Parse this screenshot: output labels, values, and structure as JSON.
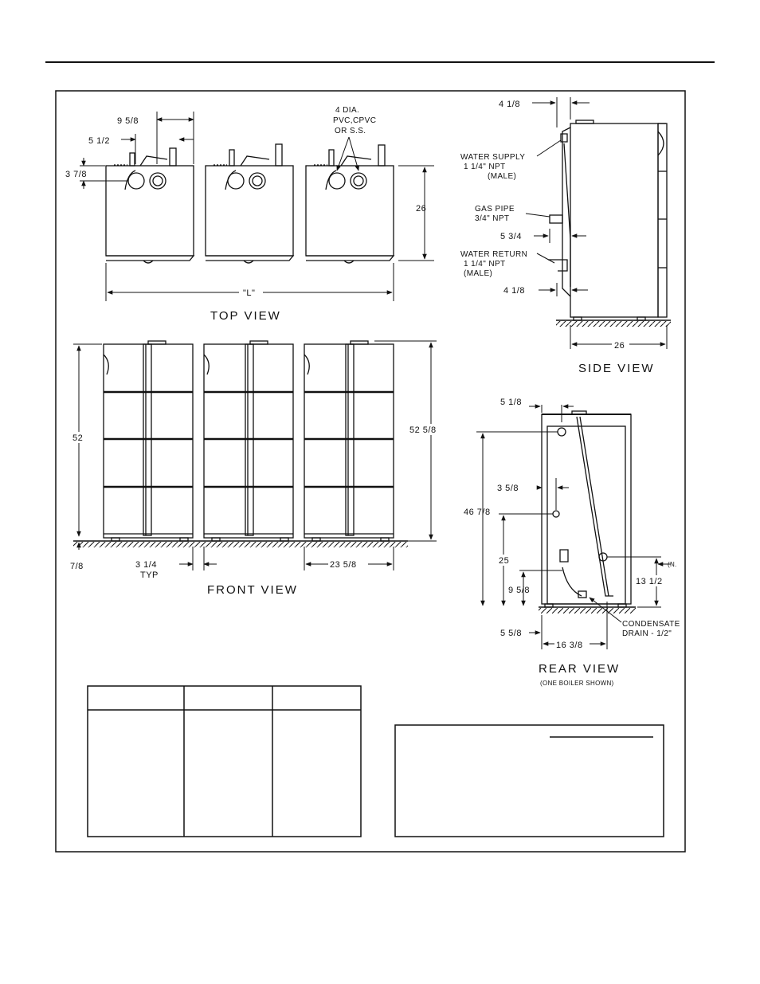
{
  "top_view": {
    "title": "TOP VIEW",
    "dims": {
      "d1": "9 5/8",
      "d2": "5 1/2",
      "d3": "3 7/8",
      "d4": "26",
      "d5": "\"L\""
    },
    "vent_note": {
      "line1": "4  DIA.",
      "line2": "PVC,CPVC",
      "line3": "OR S.S."
    }
  },
  "side_view": {
    "title": "SIDE VIEW",
    "dims": {
      "top": "4 1/8",
      "mid": "5 3/4",
      "bot": "4 1/8",
      "depth": "26"
    },
    "callouts": {
      "supply_1": "WATER SUPPLY",
      "supply_2": "1 1/4\" NPT",
      "supply_3": "(MALE)",
      "gas_1": "GAS PIPE",
      "gas_2": "3/4\" NPT",
      "return_1": "WATER RETURN",
      "return_2": "1 1/4\" NPT",
      "return_3": "(MALE)"
    }
  },
  "front_view": {
    "title": "FRONT VIEW",
    "dims": {
      "height": "52",
      "height_total": "52 5/8",
      "base": "7/8",
      "spacing_1": "3 1/4",
      "spacing_2": "TYP",
      "width": "23 5/8"
    }
  },
  "rear_view": {
    "title": "REAR VIEW",
    "subtitle": "(ONE BOILER SHOWN)",
    "dims": {
      "a": "5 1/8",
      "b": "46 7/8",
      "c": "3 5/8",
      "d": "25",
      "e": "9 5/8",
      "f": "13 1/2",
      "g": "5 5/8",
      "h": "16 3/8",
      "cut": "(N."
    },
    "callouts": {
      "cond_1": "CONDENSATE",
      "cond_2": "DRAIN - 1/2\""
    }
  }
}
